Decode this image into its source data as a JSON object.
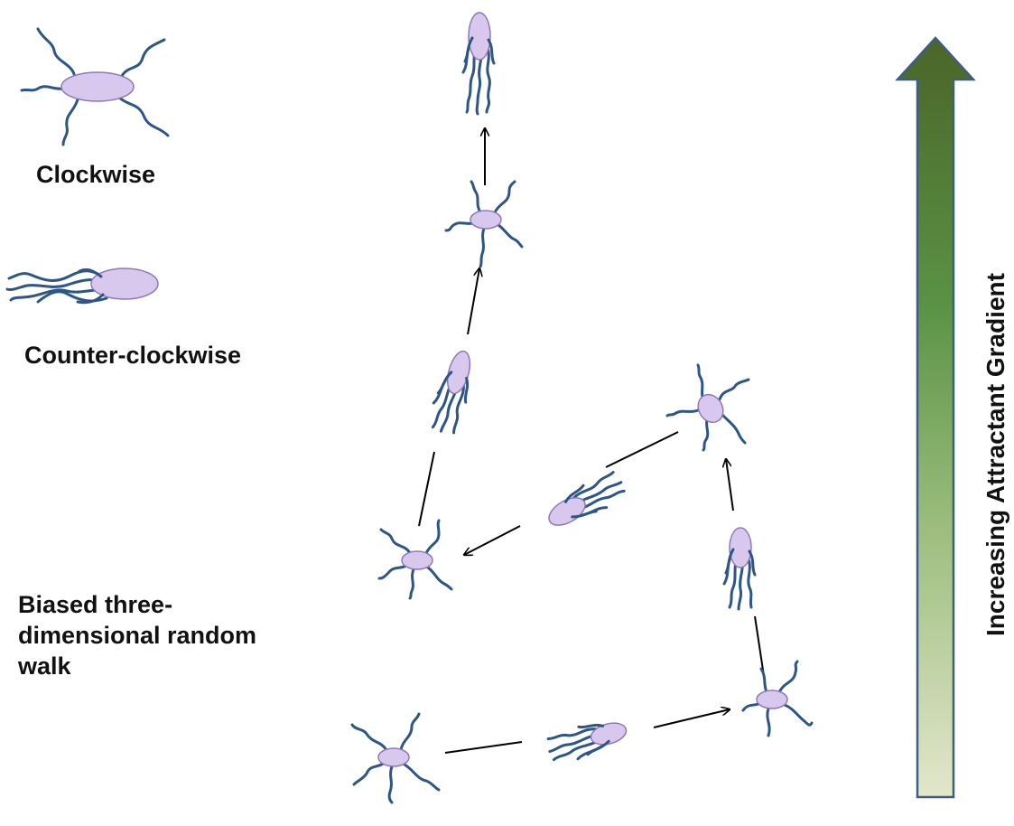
{
  "labels": {
    "clockwise": "Clockwise",
    "counter_clockwise": "Counter-clockwise",
    "walk_line1": "Biased three-",
    "walk_line2": "dimensional random",
    "walk_line3": "walk",
    "gradient": "Increasing Attractant Gradient"
  },
  "colors": {
    "cell_fill": "#d9c8ee",
    "cell_stroke": "#8f78b8",
    "flagella": "#2d5686",
    "arrow_line": "#000000",
    "gradient_top": "#4d6b2a",
    "gradient_mid": "#6c9e52",
    "gradient_bottom": "#e4e6cc",
    "gradient_border": "#3d5d85"
  }
}
